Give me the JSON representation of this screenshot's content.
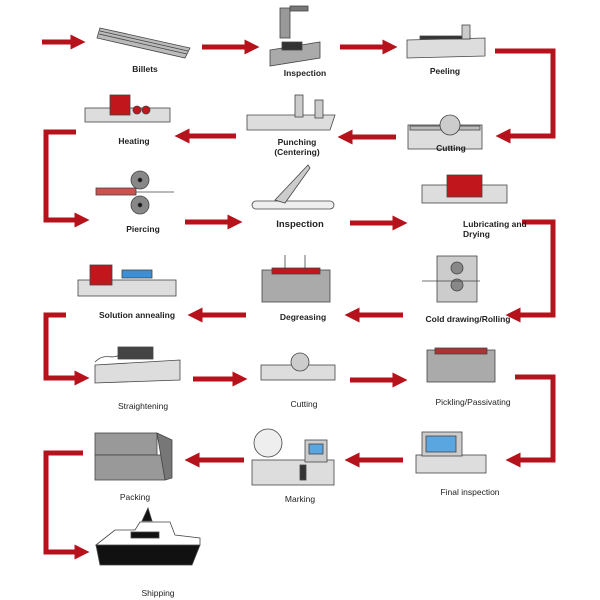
{
  "colors": {
    "arrow": "#b5121b",
    "machine": "#c8c8c8",
    "accent": "#c0161c",
    "outline": "#555555"
  },
  "steps": [
    {
      "label": "Billets",
      "icon": "billets-icon"
    },
    {
      "label": "Inspection",
      "icon": "inspection-machine-icon"
    },
    {
      "label": "Peeling",
      "icon": "peeling-machine-icon"
    },
    {
      "label": "Cutting",
      "icon": "cutting-saw-icon"
    },
    {
      "label": "Punching\n(Centering)",
      "label_line1": "Punching",
      "label_line2": "(Centering)",
      "icon": "punching-machine-icon"
    },
    {
      "label": "Heating",
      "icon": "furnace-icon"
    },
    {
      "label": "Piercing",
      "icon": "piercing-rollers-icon"
    },
    {
      "label": "Inspection",
      "icon": "tube-inspection-icon"
    },
    {
      "label": "Lubricating and Drying",
      "label_line1": "Lubricating and",
      "label_line2": "Drying",
      "icon": "lubricating-icon"
    },
    {
      "label": "Cold drawing/Rolling",
      "icon": "rolling-mill-icon"
    },
    {
      "label": "Degreasing",
      "icon": "degreasing-tank-icon"
    },
    {
      "label": "Solution annealing",
      "icon": "annealing-furnace-icon"
    },
    {
      "label": "Straightening",
      "icon": "straightener-icon"
    },
    {
      "label": "Cutting",
      "icon": "cutting-saw-icon"
    },
    {
      "label": "Pickling/Passivating",
      "icon": "pickling-tank-icon"
    },
    {
      "label": "Final inspection",
      "icon": "inspection-monitor-icon"
    },
    {
      "label": "Marking",
      "icon": "marking-machine-icon"
    },
    {
      "label": "Packing",
      "icon": "packing-boxes-icon"
    },
    {
      "label": "Shipping",
      "icon": "ship-icon"
    }
  ]
}
